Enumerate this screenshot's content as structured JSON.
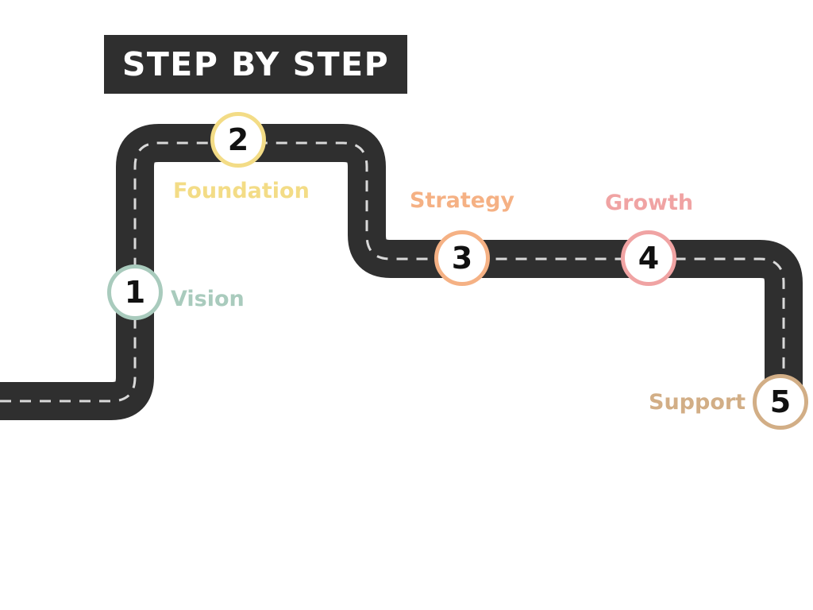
{
  "title": "STEP BY STEP",
  "colors": {
    "road": "#2f2f2f",
    "lane_marking": "#d9d9d9",
    "title_background": "#2f2f2f",
    "title_text": "#ffffff",
    "number_text": "#111111"
  },
  "steps": [
    {
      "number": "1",
      "label": "Vision",
      "color": "#a9cbbd"
    },
    {
      "number": "2",
      "label": "Foundation",
      "color": "#f3dc86"
    },
    {
      "number": "3",
      "label": "Strategy",
      "color": "#f5b184"
    },
    {
      "number": "4",
      "label": "Growth",
      "color": "#f0a3a3"
    },
    {
      "number": "5",
      "label": "Support",
      "color": "#d2ae86"
    }
  ]
}
